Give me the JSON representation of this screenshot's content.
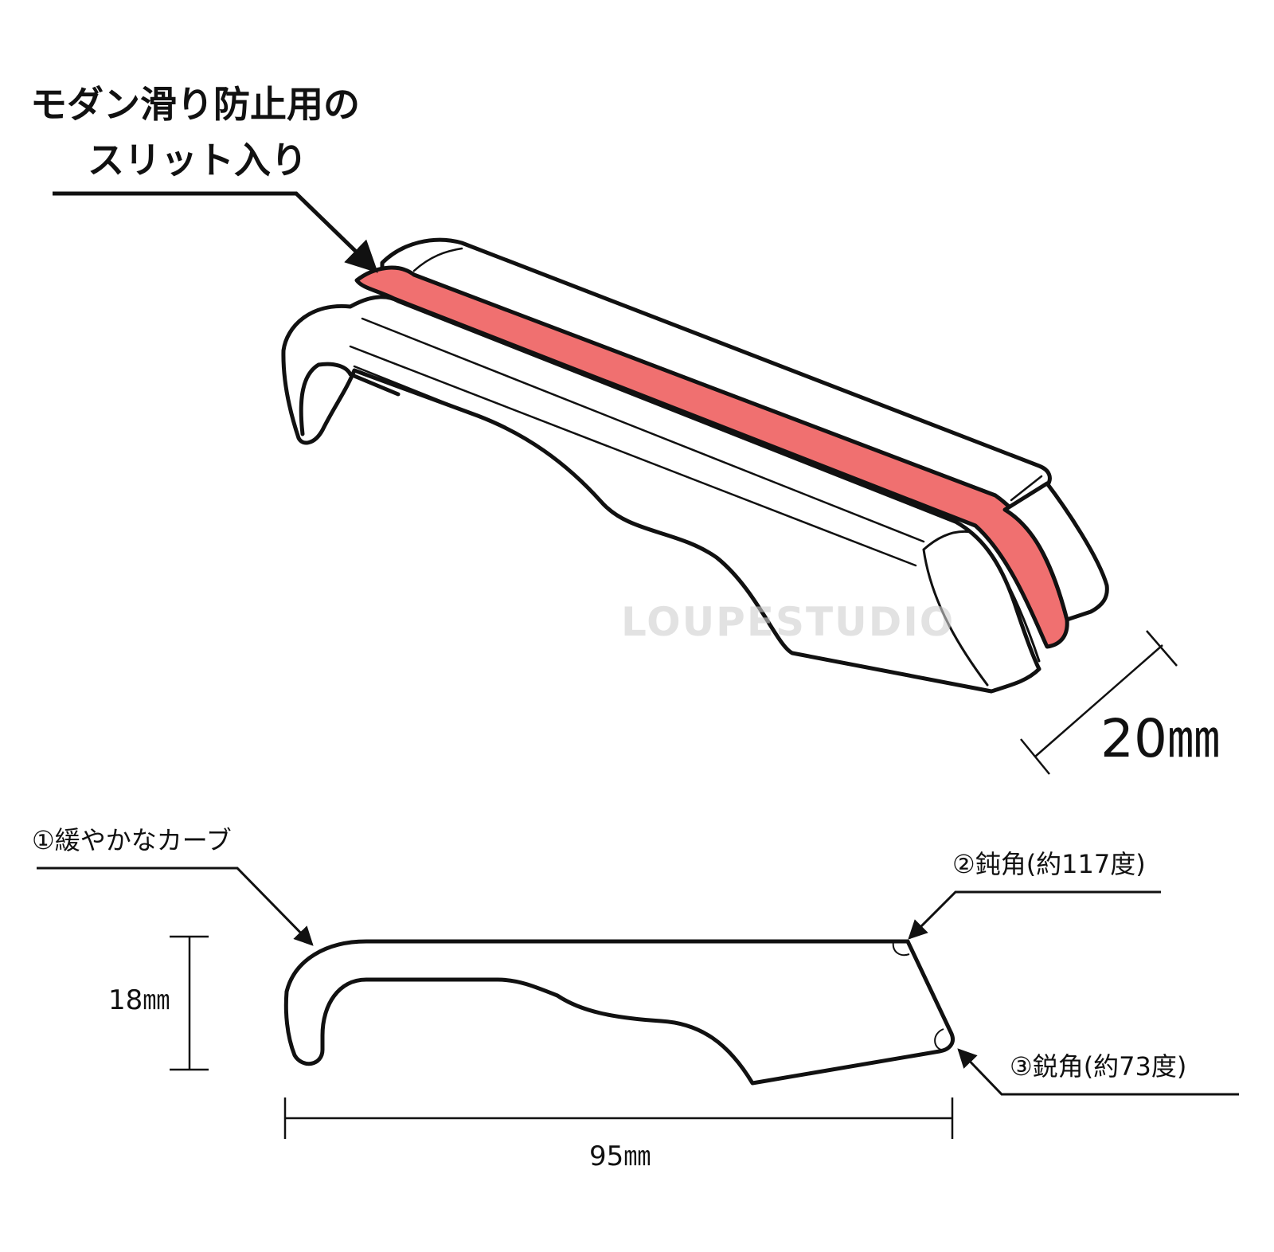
{
  "title": {
    "line1": "モダン滑り防止用の",
    "line2": "スリット入り"
  },
  "dimensions": {
    "width": "20㎜",
    "height": "18㎜",
    "length": "95㎜"
  },
  "annotations": {
    "curve": "①緩やかなカーブ",
    "obtuse": "②鈍角(約117度)",
    "acute": "③鋭角(約73度)"
  },
  "watermark": "LOUPESTUDIO",
  "colors": {
    "slit": "#f07070",
    "outline": "#111111"
  }
}
